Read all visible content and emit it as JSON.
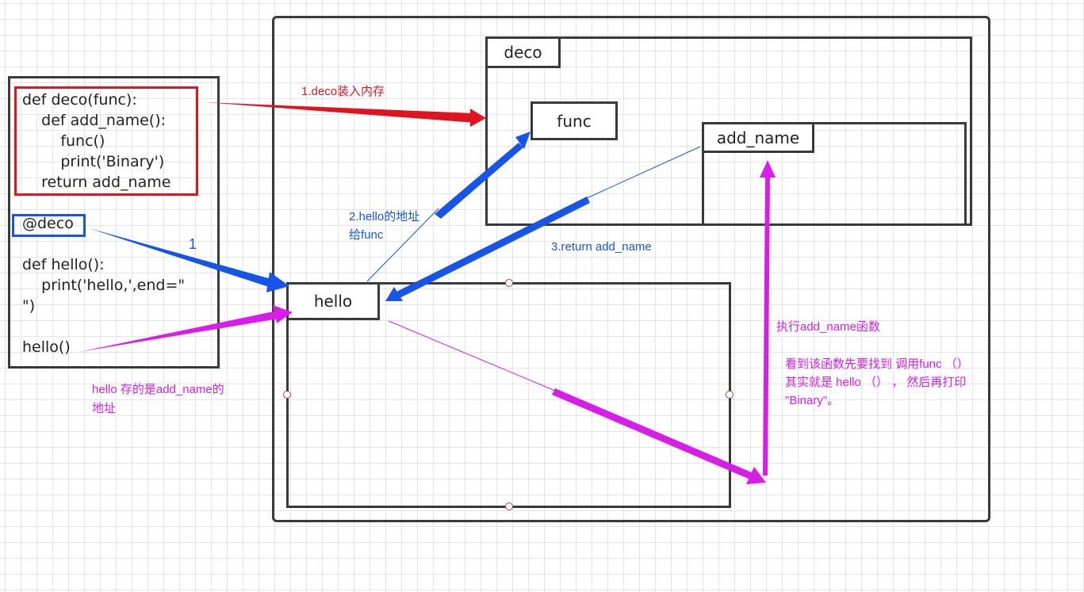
{
  "code": {
    "deco_block": [
      "def deco(func):",
      "    def add_name():",
      "        func()",
      "        print('Binary')",
      "    return add_name"
    ],
    "decorator": "@deco",
    "hello_block": [
      "def hello():",
      "    print('hello,',end=\"",
      "\")"
    ],
    "call": "hello()"
  },
  "boxes": {
    "deco": "deco",
    "func": "func",
    "add_name": "add_name",
    "hello": "hello"
  },
  "annotations": {
    "step1": "1.deco装入内存",
    "step1_num": "1",
    "step2_line1": "2.hello的地址",
    "step2_line2": "给func",
    "step3": "3.return add_name",
    "exec": "执行add_name函数",
    "explain_line1": "看到该函数先要找到 调用func （）",
    "explain_line2": "其实就是 hello （） ， 然后再打印",
    "explain_line3": "\"Binary\"。",
    "hello_note_line1": "hello 存的是add_name的",
    "hello_note_line2": "地址"
  },
  "colors": {
    "red": "#e0141e",
    "blue": "#1655e6",
    "magenta": "#d61ee8",
    "border": "#3a3a3a"
  }
}
